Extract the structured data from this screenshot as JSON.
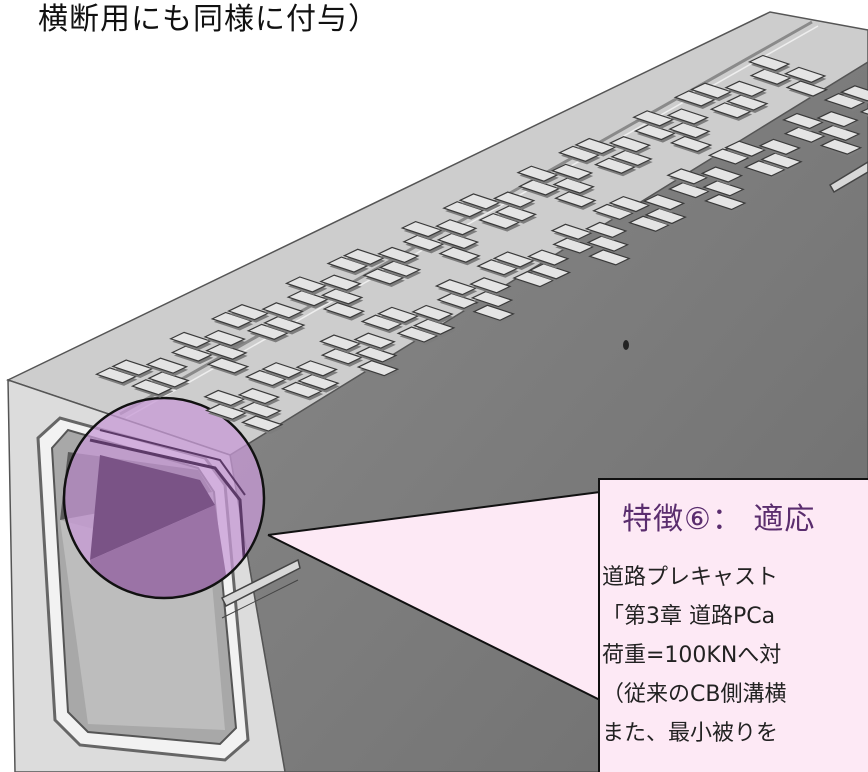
{
  "caption": "横断用にも同様に付与）",
  "callout": {
    "title": "特徴⑥：  適応",
    "lines": [
      "  道路プレキャスト",
      "「第3章  道路PCa",
      "荷重=100KNへ対",
      "（従来のCB側溝横",
      "  また、最小被りを"
    ]
  },
  "colors": {
    "concrete_top": "#c9c9c9",
    "concrete_side": "#808080",
    "highlight": "#c79ad6",
    "callout_bg": "#fde9f5",
    "callout_title": "#5a2d6e"
  }
}
